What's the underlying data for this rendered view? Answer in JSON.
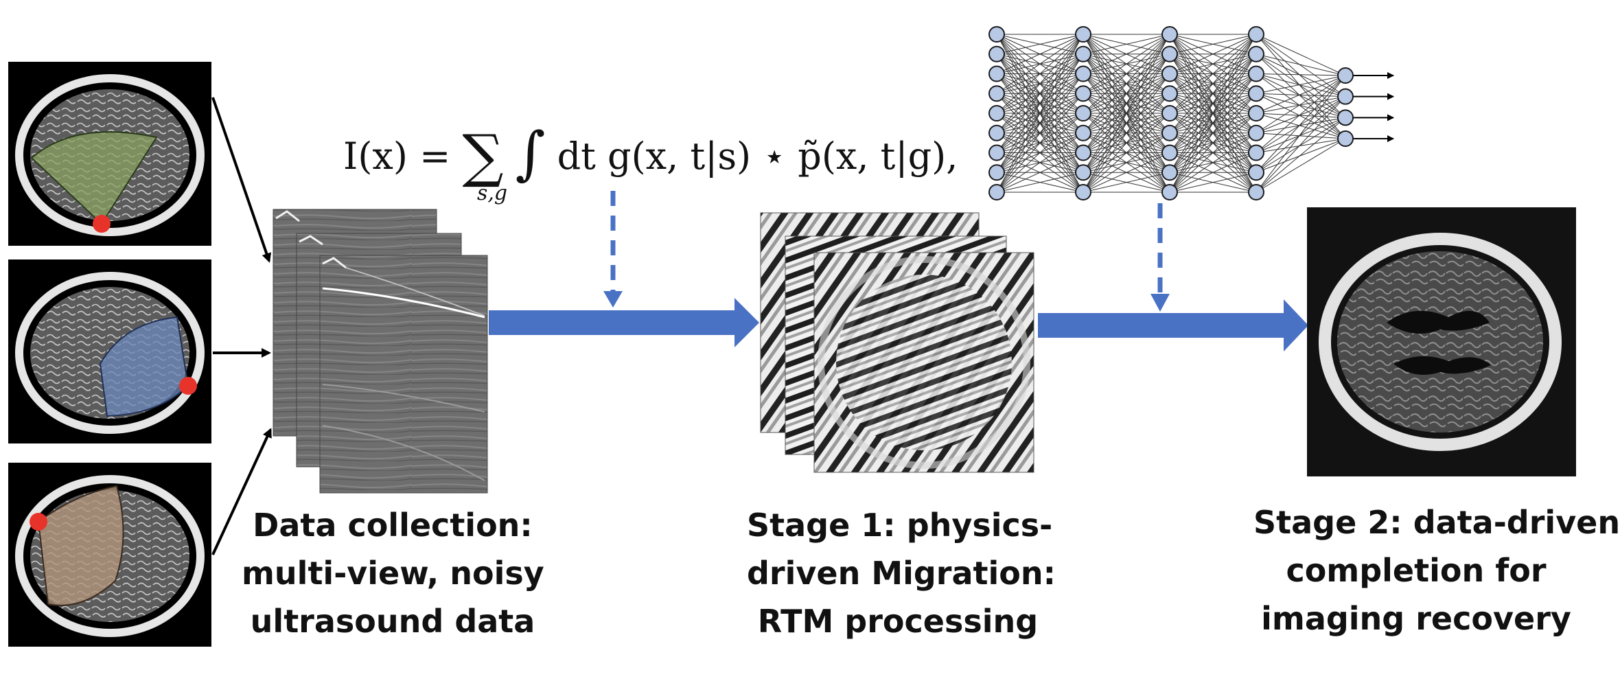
{
  "formula": {
    "lhs": "I(x) =",
    "sum_symbol": "∑",
    "sum_index": "s,g",
    "integral_symbol": "∫",
    "body": "dt g(x, t|s) ⋆ p̃(x, t|g),"
  },
  "captions": {
    "data_collection": [
      "Data collection:",
      "multi-view, noisy",
      "ultrasound data"
    ],
    "stage1": [
      "Stage 1: physics-",
      "driven Migration:",
      "RTM processing"
    ],
    "stage2": [
      "Stage 2: data-driven",
      "completion for",
      "imaging recovery"
    ]
  },
  "colors": {
    "arrow_blue": "#4a72c4",
    "source_dot": "#e8332a",
    "sector_green": "#8aa060",
    "sector_blue": "#6b86b8",
    "sector_tan": "#b0937a",
    "neuron_fill": "#b8c9e6"
  },
  "network": {
    "layers": [
      9,
      9,
      9,
      9,
      4
    ]
  }
}
